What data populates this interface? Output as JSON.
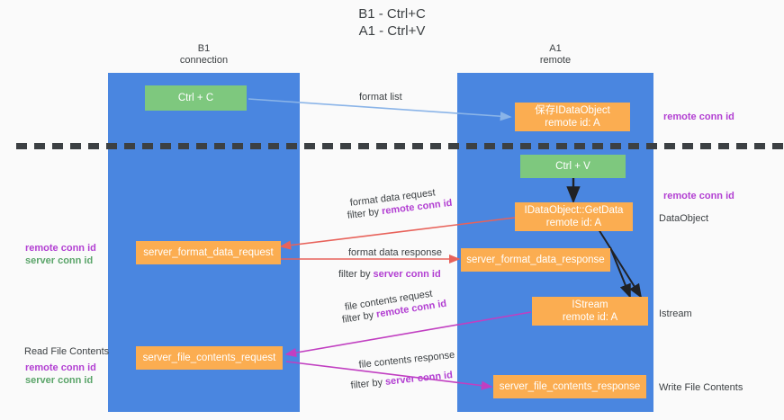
{
  "title": "B1 - Ctrl+C\nA1 - Ctrl+V",
  "columns": [
    {
      "name": "left-lane",
      "title": "B1\nconnection"
    },
    {
      "name": "right-lane",
      "title": "A1\nremote"
    }
  ],
  "nodes": [
    {
      "id": "ctrl-c",
      "label": "Ctrl + C",
      "color": "green"
    },
    {
      "id": "save-idataobject",
      "label": "保存IDataObject\nremote id: A",
      "color": "orange"
    },
    {
      "id": "ctrl-v",
      "label": "Ctrl + V",
      "color": "green"
    },
    {
      "id": "idataobject-getdata",
      "label": "IDataObject::GetData\nremote id: A",
      "color": "orange"
    },
    {
      "id": "server-format-data-request",
      "label": "server_format_data_request",
      "color": "orange"
    },
    {
      "id": "server-format-data-response",
      "label": "server_format_data_response",
      "color": "orange"
    },
    {
      "id": "istream",
      "label": "IStream\nremote id: A",
      "color": "orange"
    },
    {
      "id": "server-file-contents-request",
      "label": "server_file_contents_request",
      "color": "orange"
    },
    {
      "id": "server-file-contents-response",
      "label": "server_file_contents_response",
      "color": "orange"
    }
  ],
  "edges": [
    {
      "id": "format-list",
      "label": "format list"
    },
    {
      "id": "format-data-request",
      "label": "format data request",
      "filter_prefix": "filter by ",
      "filter_key": "remote conn id"
    },
    {
      "id": "format-data-response",
      "label": "format data response",
      "filter_prefix": "filter by ",
      "filter_key": "server conn id"
    },
    {
      "id": "file-contents-request",
      "label": "file contents request",
      "filter_prefix": "filter by ",
      "filter_key": "remote conn id"
    },
    {
      "id": "file-contents-response",
      "label": "file contents response",
      "filter_prefix": "filter by ",
      "filter_key": "server conn id"
    }
  ],
  "right_annotations": [
    {
      "id": "remote-conn-id-1",
      "text": "remote conn id",
      "style": "purple"
    },
    {
      "id": "remote-conn-id-2",
      "text": "remote conn id",
      "style": "purple"
    },
    {
      "id": "dataobject",
      "text": "DataObject",
      "style": "plain"
    },
    {
      "id": "istream-note",
      "text": "Istream",
      "style": "plain"
    },
    {
      "id": "write-file",
      "text": "Write File Contents",
      "style": "plain"
    }
  ],
  "left_annotations": [
    {
      "id": "remote-conn-id-a",
      "text": "remote conn id",
      "style": "purple"
    },
    {
      "id": "server-conn-id-a",
      "text": "server conn id",
      "style": "green"
    },
    {
      "id": "read-file",
      "text": "Read File Contents",
      "style": "plain"
    },
    {
      "id": "remote-conn-id-b",
      "text": "remote conn id",
      "style": "purple"
    },
    {
      "id": "server-conn-id-b",
      "text": "server conn id",
      "style": "green"
    }
  ],
  "colors": {
    "lane": "#4a86e0",
    "green_node": "#7ec87e",
    "orange_node": "#fbad51",
    "purple": "#b23fd2",
    "green_text": "#5aa469",
    "arrow_blue": "#8ab4e8",
    "arrow_red": "#e8625a",
    "arrow_magenta": "#c13fc1",
    "arrow_black": "#202124",
    "background": "#fafafa"
  }
}
